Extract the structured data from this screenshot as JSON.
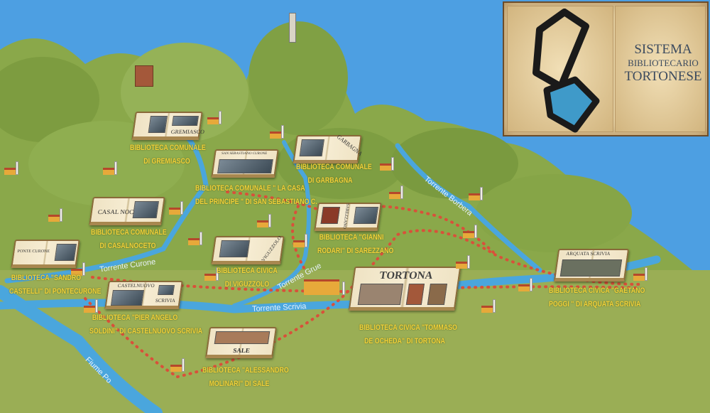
{
  "logo": {
    "line1": "SISTEMA",
    "line2": "BIBLIOTECARIO",
    "line3": "TORTONESE"
  },
  "rivers": {
    "curone": "Torrente Curone",
    "grue": "Torrente Grue",
    "scrivia": "Torrente Scrivia",
    "borbera": "Torrente Borbera",
    "po": "Fiume Po"
  },
  "books": {
    "gremiasco": "GREMIASCO",
    "sansebastiano": "SAN SEBASTIANO CURONE",
    "garbagna": "GARBAGNA",
    "casalnoceto": "CASAL NOCETO",
    "pontecurone": "PONTE CURONE",
    "viguzzolo": "VIGUZZOLO",
    "sarezzano": "SAREZZANO",
    "castelnuovo1": "CASTELNUOVO",
    "castelnuovo2": "SCRIVIA",
    "tortona": "TORTONA",
    "sale": "SALE",
    "arquata": "ARQUATA SCRIVIA"
  },
  "libraries": [
    {
      "l1": "BIBLIOTECA COMUNALE",
      "l2": "DI GREMIASCO"
    },
    {
      "l1": "BIBLIOTECA COMUNALE \" LA CASA",
      "l2": "DEL PRINCIPE \" DI SAN SEBASTIANO C."
    },
    {
      "l1": "BIBLIOTECA COMUNALE",
      "l2": "DI GARBAGNA"
    },
    {
      "l1": "BIBLIOTECA COMUNALE",
      "l2": "DI CASALNOCETO"
    },
    {
      "l1": "BIBLIOTECA \"GIANNI",
      "l2": "RODARI\" DI SAREZZANO"
    },
    {
      "l1": "BIBLIOTECA \"SANDRO",
      "l2": "CASTELLI\" DI PONTECURONE"
    },
    {
      "l1": "BIBLIOTECA CIVICA",
      "l2": "DI VIGUZZOLO"
    },
    {
      "l1": "BIBLIOTECA \"PIER ANGELO",
      "l2": "SOLDINI\" DI CASTELNUOVO SCRIVIA"
    },
    {
      "l1": "BIBLIOTECA CIVICA \"TOMMASO",
      "l2": "DE OCHEDA\" DI TORTONA"
    },
    {
      "l1": "BIBLIOTECA CIVICA \"GAETANO",
      "l2": "POGGI \" DI ARQUATA SCRIVIA"
    },
    {
      "l1": "BIBLIOTECA \"ALESSANDRO",
      "l2": "MOLINARI\" DI SALE"
    }
  ]
}
